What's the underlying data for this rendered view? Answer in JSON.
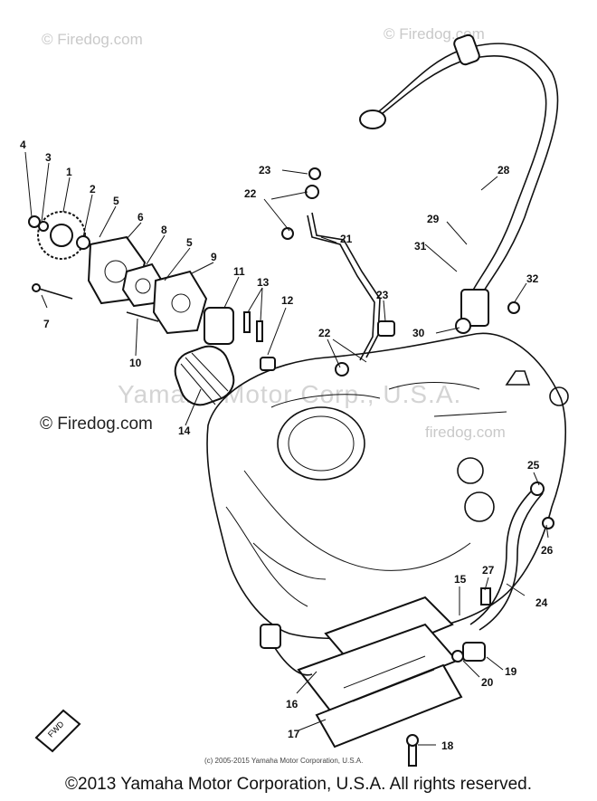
{
  "watermarks": {
    "top_left": "© Firedog.com",
    "top_right": "© Firedog.com",
    "center": "Yamaha Motor Corp., U.S.A.",
    "right_mid": "firedog.com"
  },
  "firedog_label": "© Firedog.com",
  "small_copyright": "(c) 2005-2015 Yamaha Motor Corporation, U.S.A.",
  "footer": "©2013 Yamaha Motor Corporation, U.S.A. All rights reserved.",
  "fwd_label": "FWD",
  "callouts": [
    {
      "id": "c1",
      "label": "1"
    },
    {
      "id": "c2",
      "label": "2"
    },
    {
      "id": "c3",
      "label": "3"
    },
    {
      "id": "c4",
      "label": "4"
    },
    {
      "id": "c5a",
      "label": "5"
    },
    {
      "id": "c5b",
      "label": "5"
    },
    {
      "id": "c6",
      "label": "6"
    },
    {
      "id": "c7",
      "label": "7"
    },
    {
      "id": "c8",
      "label": "8"
    },
    {
      "id": "c9",
      "label": "9"
    },
    {
      "id": "c10",
      "label": "10"
    },
    {
      "id": "c11",
      "label": "11"
    },
    {
      "id": "c12",
      "label": "12"
    },
    {
      "id": "c13",
      "label": "13"
    },
    {
      "id": "c14",
      "label": "14"
    },
    {
      "id": "c15",
      "label": "15"
    },
    {
      "id": "c16",
      "label": "16"
    },
    {
      "id": "c17",
      "label": "17"
    },
    {
      "id": "c18",
      "label": "18"
    },
    {
      "id": "c19",
      "label": "19"
    },
    {
      "id": "c20",
      "label": "20"
    },
    {
      "id": "c21",
      "label": "21"
    },
    {
      "id": "c22a",
      "label": "22"
    },
    {
      "id": "c22b",
      "label": "22"
    },
    {
      "id": "c23a",
      "label": "23"
    },
    {
      "id": "c23b",
      "label": "23"
    },
    {
      "id": "c24",
      "label": "24"
    },
    {
      "id": "c25",
      "label": "25"
    },
    {
      "id": "c26",
      "label": "26"
    },
    {
      "id": "c27",
      "label": "27"
    },
    {
      "id": "c28",
      "label": "28"
    },
    {
      "id": "c29",
      "label": "29"
    },
    {
      "id": "c30",
      "label": "30"
    },
    {
      "id": "c31",
      "label": "31"
    },
    {
      "id": "c32",
      "label": "32"
    }
  ]
}
